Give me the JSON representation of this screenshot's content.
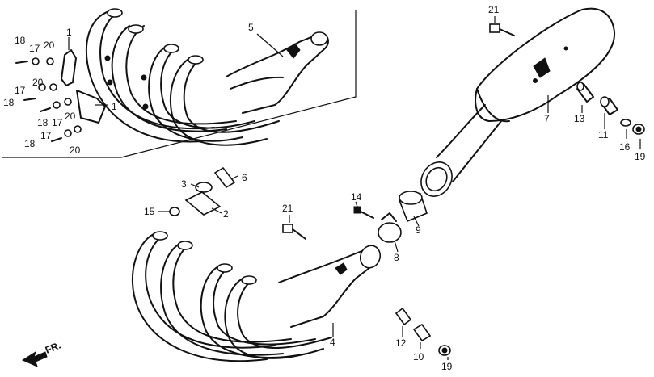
{
  "callouts": {
    "c1a": "1",
    "c1b": "1",
    "c2": "2",
    "c3": "3",
    "c4": "4",
    "c5": "5",
    "c6": "6",
    "c7": "7",
    "c8": "8",
    "c9": "9",
    "c10": "10",
    "c11": "11",
    "c12": "12",
    "c13": "13",
    "c14": "14",
    "c15": "15",
    "c16": "16",
    "c17a": "17",
    "c17b": "17",
    "c17c": "17",
    "c17d": "17",
    "c18a": "18",
    "c18b": "18",
    "c18c": "18",
    "c18d": "18",
    "c19a": "19",
    "c19b": "19",
    "c20a": "20",
    "c20b": "20",
    "c20c": "20",
    "c20d": "20",
    "c21a": "21",
    "c21b": "21"
  },
  "front_indicator": "FR."
}
